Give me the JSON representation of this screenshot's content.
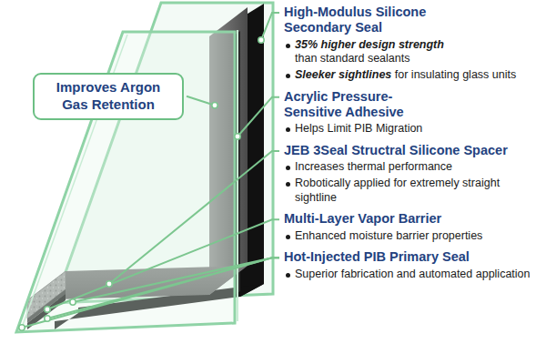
{
  "diagram": {
    "nodes": [
      {
        "text": [
          "Improves Argon Gas Retention"
        ]
      }
    ],
    "labels": [
      "High-Modulus Silicone Secondary Seal",
      "35% higher design strength",
      "than standard sealants",
      "Sleeker sightlines",
      "for insulating glass units",
      "Acrylic Pressure-Sensitive Adhesive",
      "Helps Limit PIB Migration",
      "JEB 3Seal Structral Silicone Spacer",
      "Increases thermal performance",
      "Robotically applied for extremely straight sightline",
      "Multi-Layer Vapor Barrier",
      "Enhanced moisture barrier properties",
      "Hot-Injected PIB Primary Seal",
      "Superior fabrication and automated application"
    ]
  }
}
